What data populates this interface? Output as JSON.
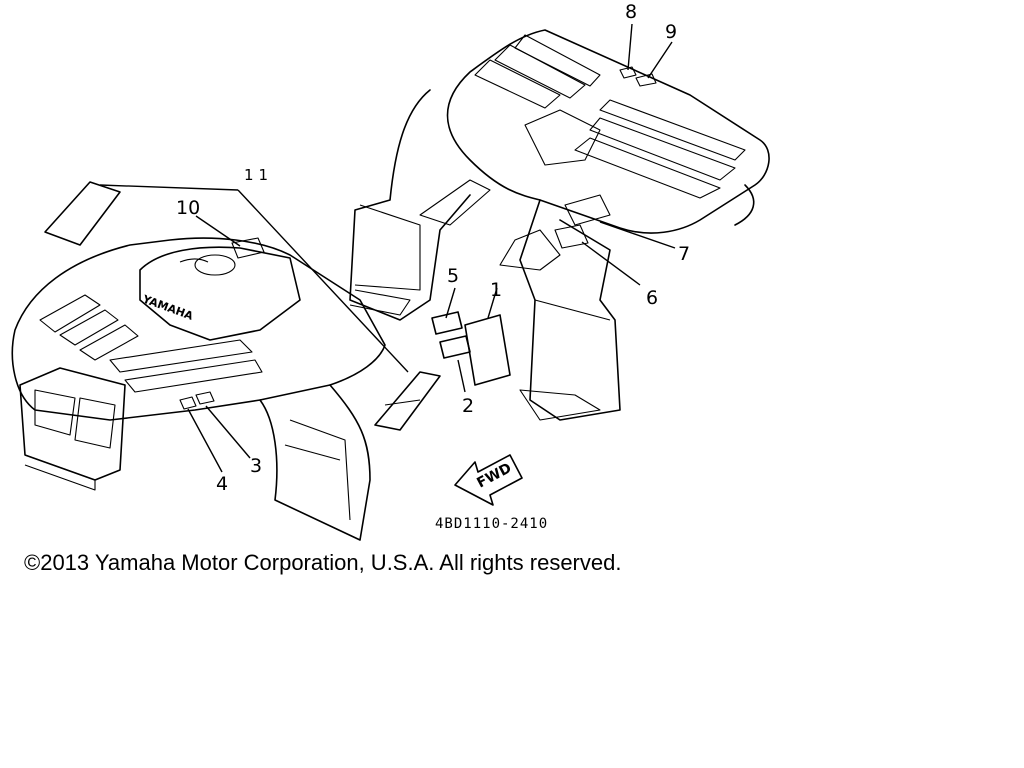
{
  "callouts": [
    {
      "number": "1"
    },
    {
      "number": "2"
    },
    {
      "number": "3"
    },
    {
      "number": "4"
    },
    {
      "number": "5"
    },
    {
      "number": "6"
    },
    {
      "number": "7"
    },
    {
      "number": "8"
    },
    {
      "number": "9"
    },
    {
      "number": "10"
    },
    {
      "number": "11"
    }
  ],
  "decal_text": {
    "brand": "YAMAHA",
    "fwd": "FWD"
  },
  "part_number": "4BD1110-2410",
  "copyright": "©2013 Yamaha Motor Corporation, U.S.A. All rights reserved."
}
